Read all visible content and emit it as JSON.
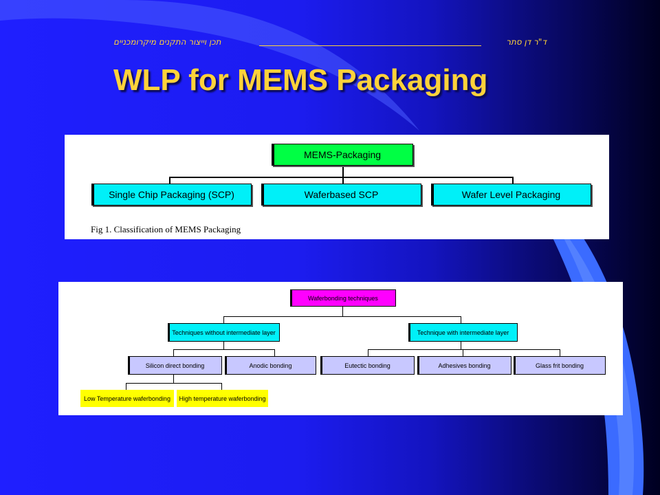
{
  "header": {
    "left_text": "תכן וייצור התקנים מיקרומכניים",
    "right_text": "ד\"ר דן סתר"
  },
  "title": "WLP for MEMS Packaging",
  "figure1": {
    "root": "MEMS-Packaging",
    "children": [
      "Single Chip Packaging (SCP)",
      "Waferbased SCP",
      "Wafer Level Packaging"
    ],
    "caption": "Fig 1. Classification of  MEMS Packaging"
  },
  "figure2": {
    "root": "Waferbonding techniques",
    "level1": [
      "Techniques without intermediate layer",
      "Technique with intermediate layer"
    ],
    "level2": [
      "Silicon direct bonding",
      "Anodic bonding",
      "Eutectic bonding",
      "Adhesives bonding",
      "Glass frit bonding"
    ],
    "level3": [
      "Low Temperature waferbonding",
      "High temperature waferbonding"
    ]
  },
  "colors": {
    "title": "#ffd23a",
    "background_left": "#1f1fff",
    "background_right": "#000020",
    "root_box_fig1": "#00ff44",
    "child_box_fig1": "#00f0f8",
    "root_box_fig2": "#ff00ff",
    "level1_box_fig2": "#00f0f8",
    "level2_box_fig2": "#c8c8ff",
    "level3_box_fig2": "#ffff00"
  }
}
